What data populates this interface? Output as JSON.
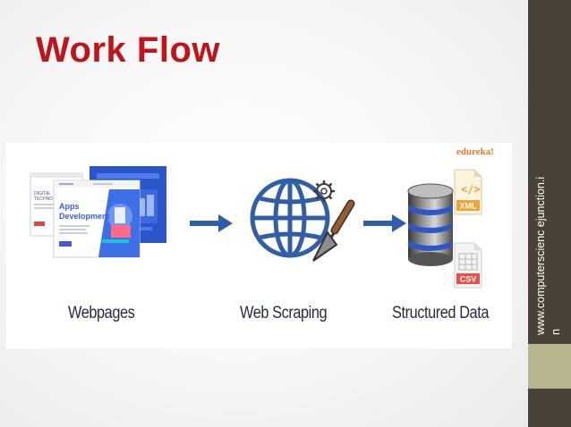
{
  "slide": {
    "title": "Work Flow",
    "sidebar_text": "www.computerscienc ejunction.in"
  },
  "diagram": {
    "brand": "edureka!",
    "stages": [
      {
        "label": "Webpages",
        "icon": "webpages-icon"
      },
      {
        "label": "Web Scraping",
        "icon": "web-scraping-icon"
      },
      {
        "label": "Structured Data",
        "icon": "database-icon"
      }
    ],
    "webpage_mock": {
      "front_heading_line1": "Apps",
      "front_heading_line2": "Development",
      "back_heading_line1": "DIGITAL",
      "back_heading_line2": "TECHNOLOG"
    },
    "file_badges": [
      "XML",
      "CSV"
    ]
  },
  "colors": {
    "title": "#c0141b",
    "sidebar": "#4a4236",
    "sidebar_accent": "#b9b58f",
    "arrow": "#2f5fa8",
    "globe": "#2f5fa8",
    "brand": "#e8782a"
  }
}
